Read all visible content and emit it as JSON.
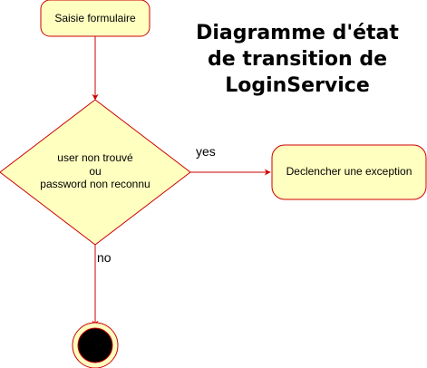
{
  "title": {
    "lines": [
      "Diagramme d'état",
      "de transition de",
      "LoginService"
    ]
  },
  "nodes": {
    "start": {
      "label": "Saisie formulaire"
    },
    "decision": {
      "lines": [
        "user non trouvé",
        "ou",
        "password non reconnu"
      ]
    },
    "action": {
      "label": "Declencher une exception"
    },
    "end": {
      "kind": "final-state"
    }
  },
  "edges": {
    "yes": {
      "label": "yes"
    },
    "no": {
      "label": "no"
    }
  },
  "colors": {
    "node_fill": "#FFFFC0",
    "stroke": "#CC0000",
    "final_fill": "#000000"
  }
}
